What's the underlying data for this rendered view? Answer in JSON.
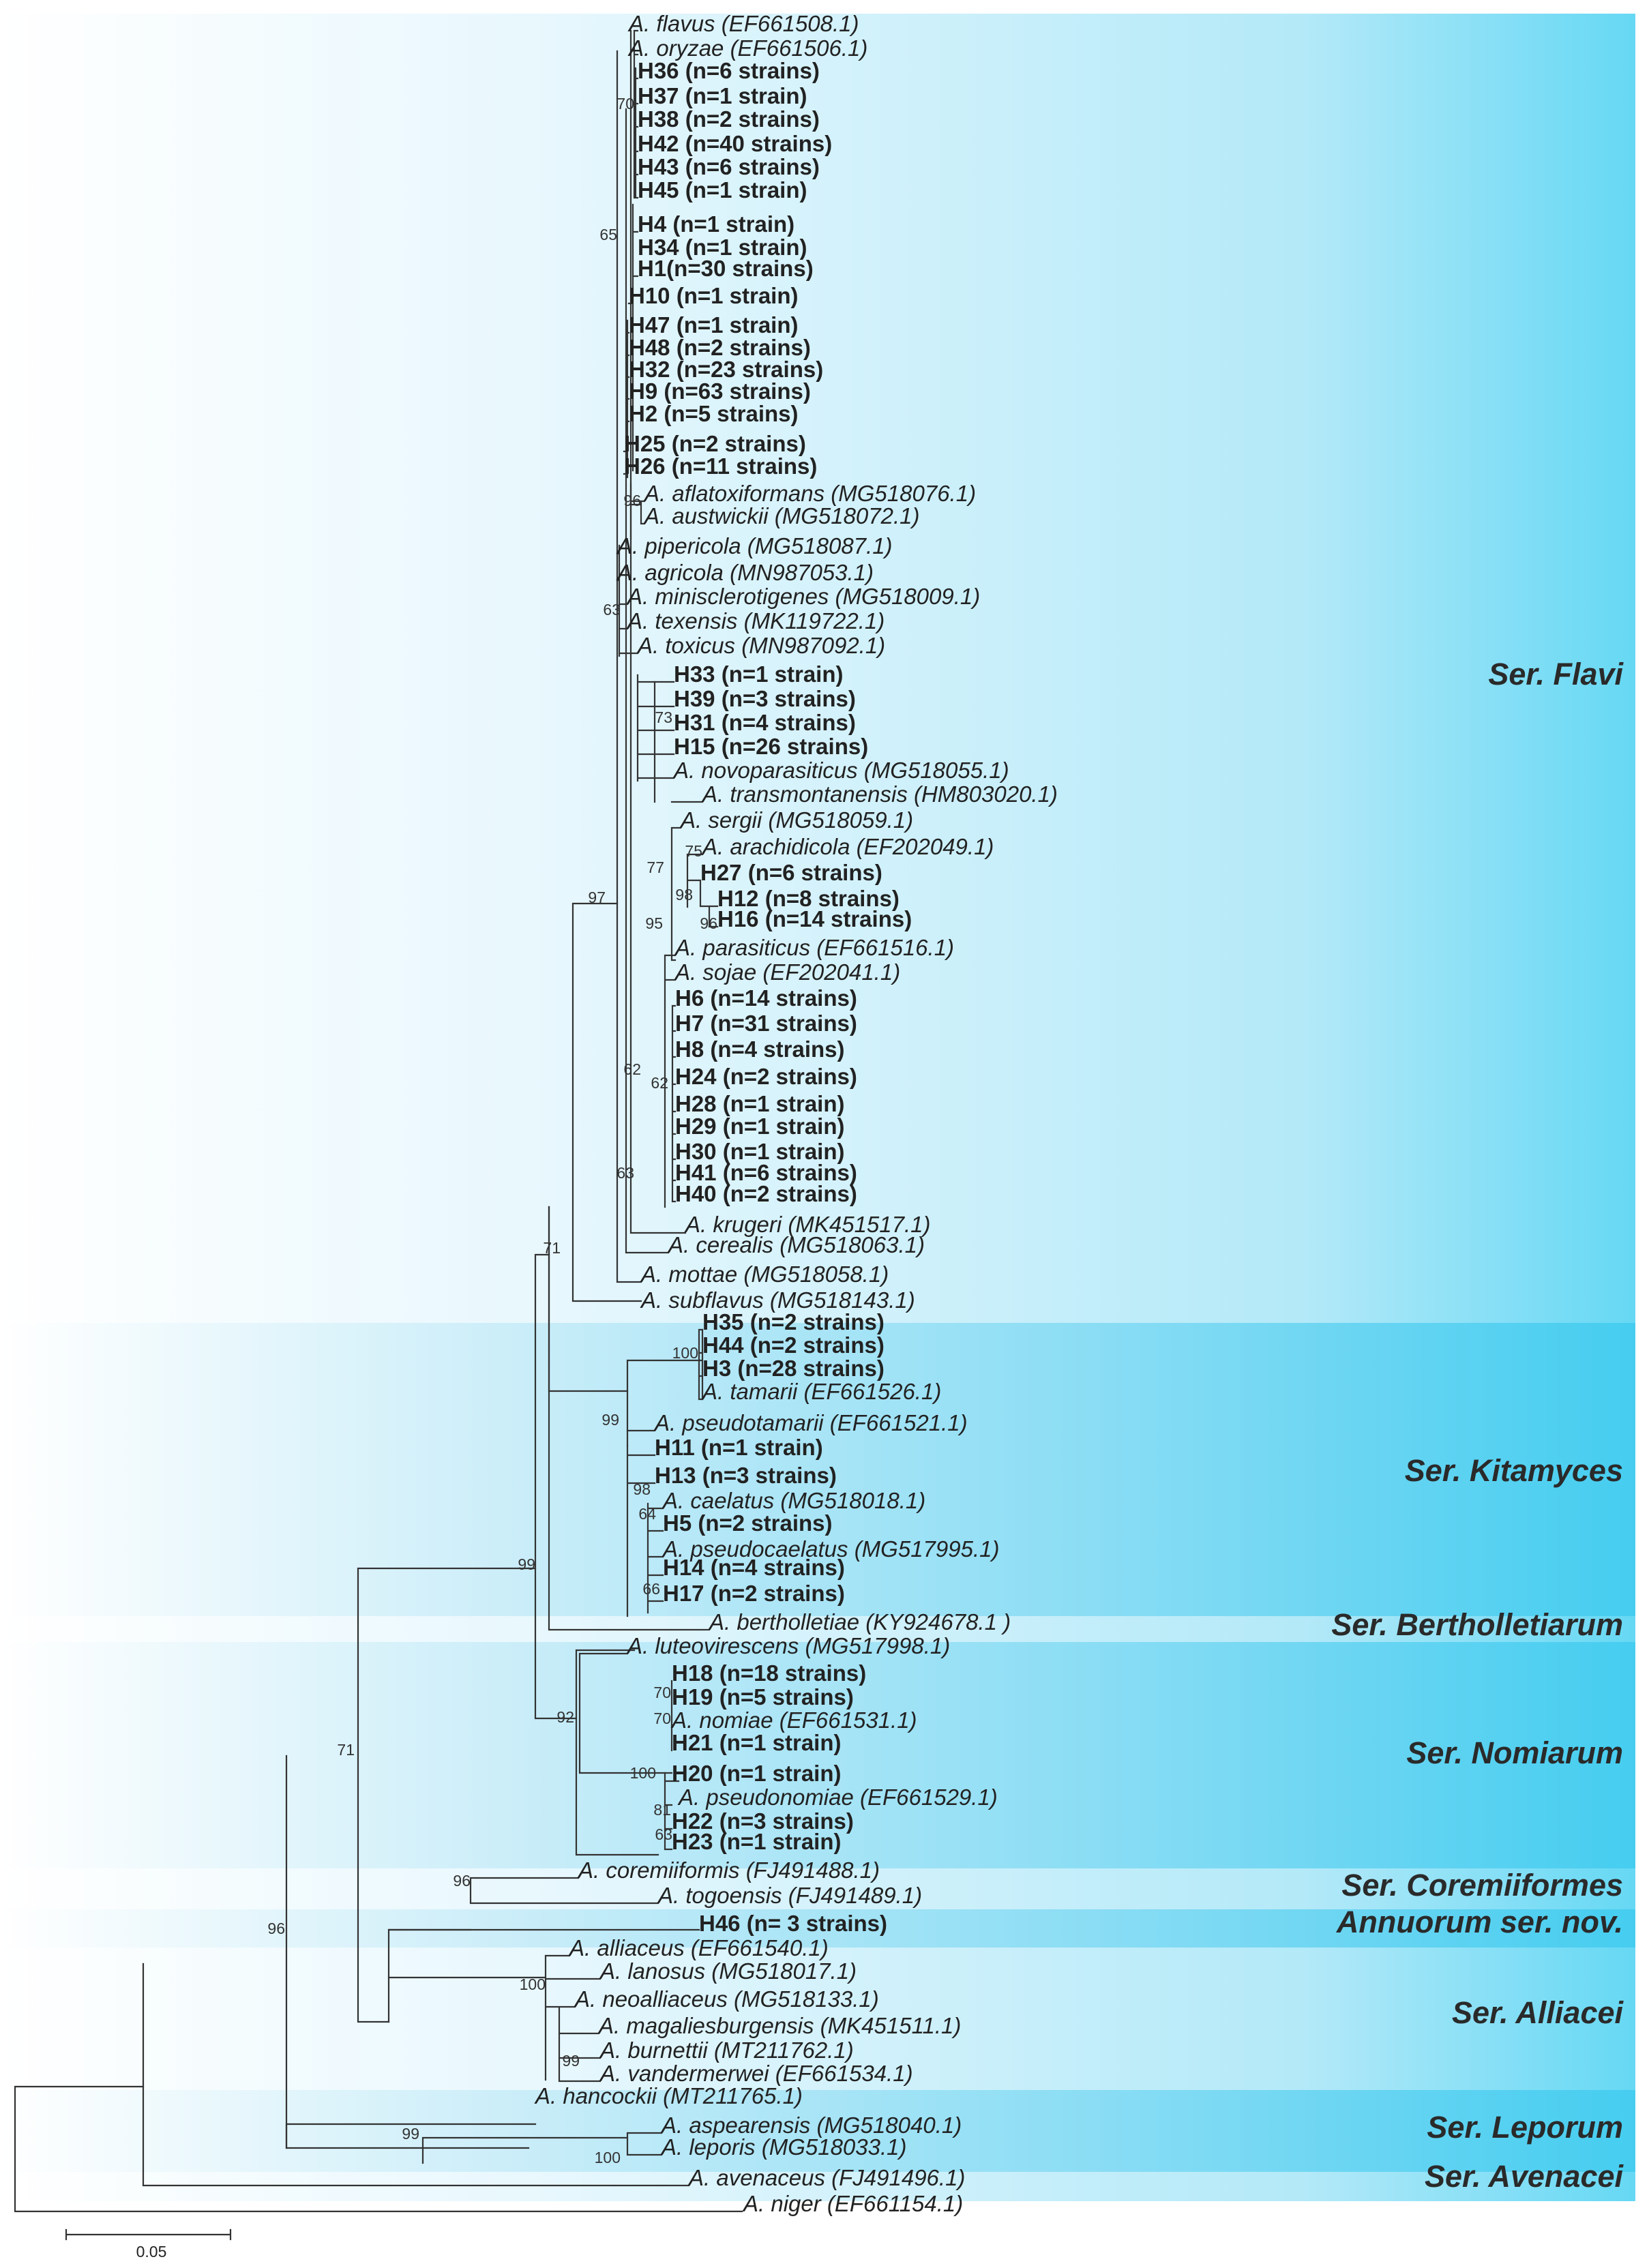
{
  "colors": {
    "band_light": "#c4eefa",
    "band_dark": "#4dd2f2",
    "branch": "#333333",
    "text": "#222222"
  },
  "scale_bar": {
    "label": "0.05"
  },
  "bootstrap": [
    "70",
    "65",
    "96",
    "63",
    "73",
    "75",
    "77",
    "98",
    "96",
    "95",
    "62",
    "62",
    "63",
    "97",
    "71",
    "100",
    "99",
    "98",
    "64",
    "66",
    "99",
    "92",
    "70",
    "70",
    "100",
    "81",
    "63",
    "71",
    "96",
    "100",
    "99",
    "99",
    "100",
    "96"
  ],
  "groups": [
    {
      "label": "Ser. Flavi"
    },
    {
      "label": "Ser. Kitamyces"
    },
    {
      "label": "Ser. Bertholletiarum"
    },
    {
      "label": "Ser. Nomiarum"
    },
    {
      "label": "Ser. Coremiiformes"
    },
    {
      "label": "Annuorum ser. nov."
    },
    {
      "label": "Ser. Alliacei"
    },
    {
      "label": "Ser. Leporum"
    },
    {
      "label": "Ser. Avenacei"
    }
  ],
  "taxa": [
    {
      "label": "A. flavus (EF661508.1)",
      "type": "species"
    },
    {
      "label": "A. oryzae (EF661506.1)",
      "type": "species"
    },
    {
      "label": "H36 (n=6 strains)",
      "type": "haplotype"
    },
    {
      "label": "H37 (n=1 strain)",
      "type": "haplotype"
    },
    {
      "label": "H38 (n=2 strains)",
      "type": "haplotype"
    },
    {
      "label": "H42 (n=40 strains)",
      "type": "haplotype"
    },
    {
      "label": "H43 (n=6 strains)",
      "type": "haplotype"
    },
    {
      "label": "H45 (n=1 strain)",
      "type": "haplotype"
    },
    {
      "label": "H4 (n=1 strain)",
      "type": "haplotype"
    },
    {
      "label": "H34 (n=1 strain)",
      "type": "haplotype"
    },
    {
      "label": "H1(n=30 strains)",
      "type": "haplotype"
    },
    {
      "label": "H10 (n=1 strain)",
      "type": "haplotype"
    },
    {
      "label": "H47 (n=1 strain)",
      "type": "haplotype"
    },
    {
      "label": "H48 (n=2 strains)",
      "type": "haplotype"
    },
    {
      "label": "H32 (n=23 strains)",
      "type": "haplotype"
    },
    {
      "label": "H9 (n=63 strains)",
      "type": "haplotype"
    },
    {
      "label": "H2 (n=5 strains)",
      "type": "haplotype"
    },
    {
      "label": "H25 (n=2 strains)",
      "type": "haplotype"
    },
    {
      "label": "H26 (n=11 strains)",
      "type": "haplotype"
    },
    {
      "label": "A. aflatoxiformans (MG518076.1)",
      "type": "species"
    },
    {
      "label": "A. austwickii (MG518072.1)",
      "type": "species"
    },
    {
      "label": "A. pipericola (MG518087.1)",
      "type": "species"
    },
    {
      "label": "A. agricola (MN987053.1)",
      "type": "species"
    },
    {
      "label": "A. minisclerotigenes (MG518009.1)",
      "type": "species"
    },
    {
      "label": "A. texensis (MK119722.1)",
      "type": "species"
    },
    {
      "label": "A. toxicus (MN987092.1)",
      "type": "species"
    },
    {
      "label": "H33 (n=1 strain)",
      "type": "haplotype"
    },
    {
      "label": "H39 (n=3 strains)",
      "type": "haplotype"
    },
    {
      "label": "H31 (n=4 strains)",
      "type": "haplotype"
    },
    {
      "label": "H15 (n=26 strains)",
      "type": "haplotype"
    },
    {
      "label": "A. novoparasiticus (MG518055.1)",
      "type": "species"
    },
    {
      "label": "A. transmontanensis (HM803020.1)",
      "type": "species"
    },
    {
      "label": "A. sergii (MG518059.1)",
      "type": "species"
    },
    {
      "label": "A. arachidicola (EF202049.1)",
      "type": "species"
    },
    {
      "label": "H27 (n=6 strains)",
      "type": "haplotype"
    },
    {
      "label": "H12 (n=8 strains)",
      "type": "haplotype"
    },
    {
      "label": "H16 (n=14 strains)",
      "type": "haplotype"
    },
    {
      "label": "A. parasiticus (EF661516.1)",
      "type": "species"
    },
    {
      "label": "A. sojae (EF202041.1)",
      "type": "species"
    },
    {
      "label": "H6 (n=14 strains)",
      "type": "haplotype"
    },
    {
      "label": "H7 (n=31 strains)",
      "type": "haplotype"
    },
    {
      "label": "H8 (n=4 strains)",
      "type": "haplotype"
    },
    {
      "label": "H24 (n=2 strains)",
      "type": "haplotype"
    },
    {
      "label": "H28 (n=1 strain)",
      "type": "haplotype"
    },
    {
      "label": "H29 (n=1 strain)",
      "type": "haplotype"
    },
    {
      "label": "H30 (n=1 strain)",
      "type": "haplotype"
    },
    {
      "label": "H41 (n=6 strains)",
      "type": "haplotype"
    },
    {
      "label": "H40 (n=2 strains)",
      "type": "haplotype"
    },
    {
      "label": "A. krugeri (MK451517.1)",
      "type": "species"
    },
    {
      "label": "A. cerealis (MG518063.1)",
      "type": "species"
    },
    {
      "label": "A. mottae (MG518058.1)",
      "type": "species"
    },
    {
      "label": "A. subflavus (MG518143.1)",
      "type": "species"
    },
    {
      "label": "H35 (n=2 strains)",
      "type": "haplotype"
    },
    {
      "label": "H44 (n=2 strains)",
      "type": "haplotype"
    },
    {
      "label": "H3 (n=28 strains)",
      "type": "haplotype"
    },
    {
      "label": "A. tamarii (EF661526.1)",
      "type": "species"
    },
    {
      "label": "A. pseudotamarii (EF661521.1)",
      "type": "species"
    },
    {
      "label": "H11 (n=1 strain)",
      "type": "haplotype"
    },
    {
      "label": "H13 (n=3 strains)",
      "type": "haplotype"
    },
    {
      "label": "A. caelatus (MG518018.1)",
      "type": "species"
    },
    {
      "label": "H5 (n=2 strains)",
      "type": "haplotype"
    },
    {
      "label": "A. pseudocaelatus (MG517995.1)",
      "type": "species"
    },
    {
      "label": "H14 (n=4 strains)",
      "type": "haplotype"
    },
    {
      "label": "H17 (n=2 strains)",
      "type": "haplotype"
    },
    {
      "label": "A. bertholletiae (KY924678.1 )",
      "type": "species"
    },
    {
      "label": "A. luteovirescens (MG517998.1)",
      "type": "species"
    },
    {
      "label": "H18 (n=18 strains)",
      "type": "haplotype"
    },
    {
      "label": "H19 (n=5 strains)",
      "type": "haplotype"
    },
    {
      "label": "A. nomiae (EF661531.1)",
      "type": "species"
    },
    {
      "label": "H21 (n=1 strain)",
      "type": "haplotype"
    },
    {
      "label": "H20 (n=1 strain)",
      "type": "haplotype"
    },
    {
      "label": "A. pseudonomiae (EF661529.1)",
      "type": "species"
    },
    {
      "label": "H22 (n=3 strains)",
      "type": "haplotype"
    },
    {
      "label": "H23 (n=1 strain)",
      "type": "haplotype"
    },
    {
      "label": "A. coremiiformis (FJ491488.1)",
      "type": "species"
    },
    {
      "label": "A. togoensis (FJ491489.1)",
      "type": "species"
    },
    {
      "label": "H46 (n= 3 strains)",
      "type": "haplotype"
    },
    {
      "label": "A. alliaceus (EF661540.1)",
      "type": "species"
    },
    {
      "label": "A. lanosus (MG518017.1)",
      "type": "species"
    },
    {
      "label": "A. neoalliaceus (MG518133.1)",
      "type": "species"
    },
    {
      "label": "A. magaliesburgensis (MK451511.1)",
      "type": "species"
    },
    {
      "label": "A. burnettii (MT211762.1)",
      "type": "species"
    },
    {
      "label": "A. vandermerwei (EF661534.1)",
      "type": "species"
    },
    {
      "label": "A. hancockii (MT211765.1)",
      "type": "species"
    },
    {
      "label": "A. aspearensis (MG518040.1)",
      "type": "species"
    },
    {
      "label": "A. leporis (MG518033.1)",
      "type": "species"
    },
    {
      "label": "A. avenaceus (FJ491496.1)",
      "type": "species"
    },
    {
      "label": "A. niger (EF661154.1)",
      "type": "species"
    }
  ]
}
